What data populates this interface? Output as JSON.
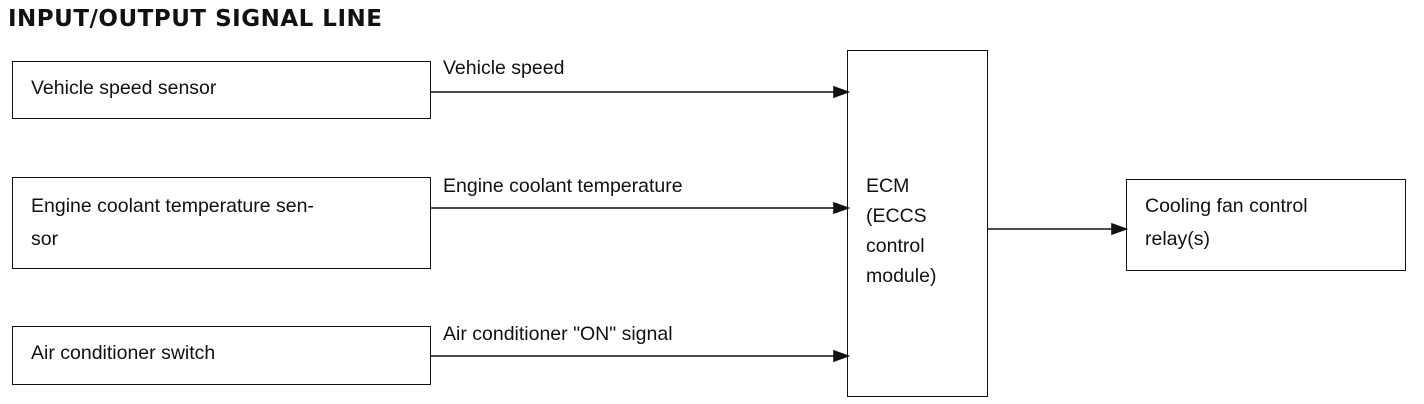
{
  "title": "INPUT/OUTPUT SIGNAL LINE",
  "inputs": [
    {
      "label": "Vehicle speed sensor",
      "signal": "Vehicle speed"
    },
    {
      "label": "Engine coolant temperature sen-\nsor",
      "signal": "Engine coolant temperature"
    },
    {
      "label": "Air conditioner switch",
      "signal": "Air conditioner \"ON\" signal"
    }
  ],
  "ecm": {
    "label": "ECM\n(ECCS\ncontrol\nmodule)"
  },
  "output": {
    "label": "Cooling fan control\nrelay(s)"
  },
  "colors": {
    "line": "#111111",
    "background": "#ffffff"
  }
}
